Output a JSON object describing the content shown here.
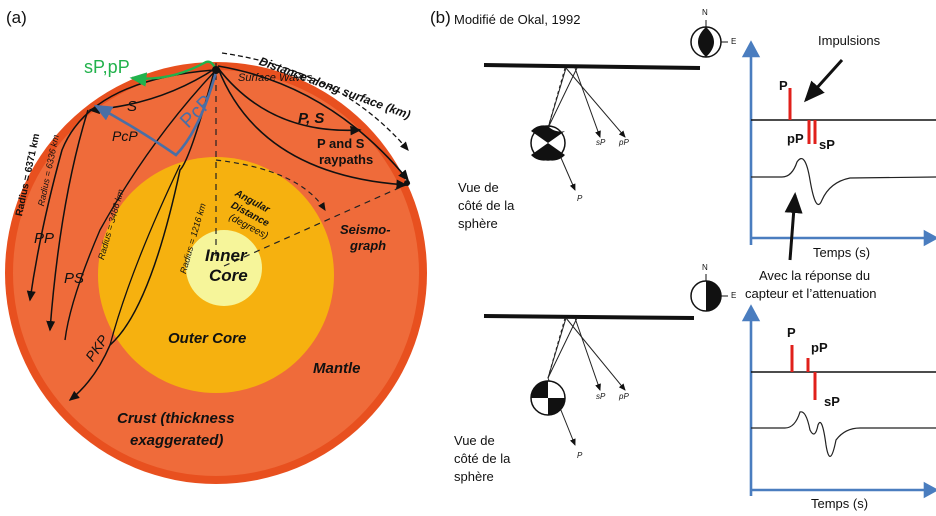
{
  "panels": {
    "a": "(a)",
    "b": "(b)"
  },
  "panel_a": {
    "labels": {
      "spp": "sP,pP",
      "distance": "Distance along surface (km)",
      "surface_waves": "Surface Waves",
      "s": "S",
      "pcp_small": "PcP",
      "pcp_big": "PcP",
      "ps": "P, S",
      "p_and_s": "P and S",
      "raypaths": "raypaths",
      "radius_6371": "Radius = 6371 km",
      "radius_6336": "Radius = 6336 km",
      "radius_3486": "Radius = 3486 km",
      "radius_1216": "Radius = 1216 km",
      "angular_1": "Angular",
      "angular_2": "Distance",
      "angular_3": "(degrees)",
      "seismo_1": "Seismo-",
      "seismo_2": "graph",
      "pp": "PP",
      "ps_ray": "PS",
      "pkp": "PKP",
      "inner_core_1": "Inner",
      "inner_core_2": "Core",
      "outer_core": "Outer Core",
      "mantle": "Mantle",
      "crust_1": "Crust (thickness",
      "crust_2": "exaggerated)"
    },
    "colors": {
      "mantle": "#ef6b3a",
      "outer_core": "#f6b10f",
      "inner_core": "#f6f59a",
      "green": "#22b24c",
      "blue": "#4a6fa5"
    }
  },
  "panel_b": {
    "credit": "Modifié de Okal, 1992",
    "side_view": {
      "line1": "Vue de",
      "line2": "côté de la",
      "line3": "sphère"
    },
    "impulsions": "Impulsions",
    "response": {
      "line1": "Avec la réponse du",
      "line2": "capteur et l’attenuation"
    },
    "time_axis": "Temps (s)",
    "compass": {
      "n": "N",
      "e": "E"
    },
    "ray_labels": {
      "p": "P",
      "sp": "sP",
      "pp": "pP"
    },
    "top_plot": {
      "phases": [
        "P",
        "pP",
        "sP"
      ]
    },
    "bottom_plot": {
      "phases": [
        "P",
        "pP",
        "sP"
      ]
    },
    "colors": {
      "axis": "#4a7dbf",
      "impulse": "#e0201b"
    }
  }
}
